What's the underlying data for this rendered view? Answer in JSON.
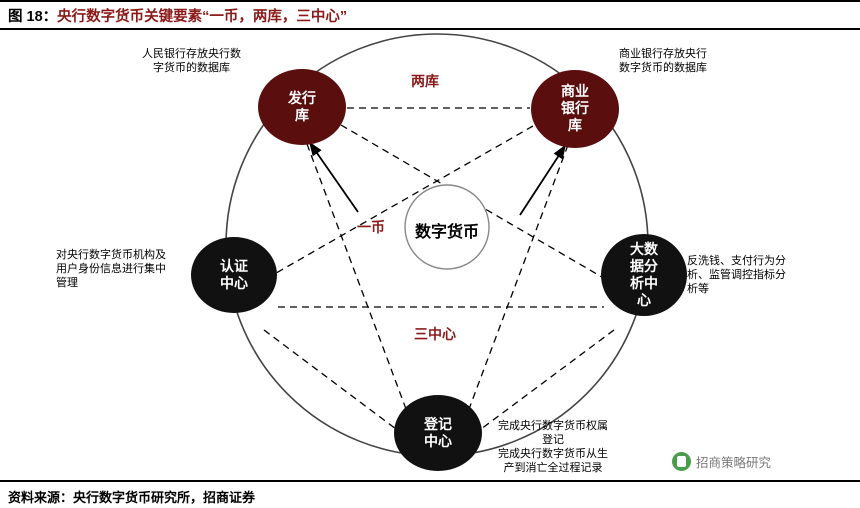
{
  "title": {
    "figure_number": "图 18：",
    "text": "央行数字货币关键要素“一币，两库，三中心”"
  },
  "footer": {
    "text": "资料来源：央行数字货币研究所，招商证券"
  },
  "watermark": {
    "text": "招商策略研究"
  },
  "diagram": {
    "center": {
      "label": "数字货币"
    },
    "nodes": [
      {
        "id": "issue-bank",
        "label": "发行\n库"
      },
      {
        "id": "commercial-bank",
        "label": "商业\n银行\n库"
      },
      {
        "id": "auth-center",
        "label": "认证\n中心"
      },
      {
        "id": "bigdata-center",
        "label": "大数\n据分\n析中\n心"
      },
      {
        "id": "registry-center",
        "label": "登记\n中心"
      }
    ],
    "group_labels": [
      {
        "id": "two-repos",
        "text": "两库"
      },
      {
        "id": "one-coin",
        "text": "一币"
      },
      {
        "id": "three-centers",
        "text": "三中心"
      }
    ],
    "annotations": [
      {
        "id": "issue-bank-note",
        "text": "人民银行存放央行数\n字货币的数据库"
      },
      {
        "id": "commercial-bank-note",
        "text": "商业银行存放央行\n数字货币的数据库"
      },
      {
        "id": "auth-center-note",
        "text": "对央行数字货币机构及\n用户身份信息进行集中\n管理"
      },
      {
        "id": "bigdata-center-note",
        "text": "反洗钱、支付行为分\n析、监管调控指标分\n析等"
      },
      {
        "id": "registry-center-note",
        "text": "完成央行数字货币权属\n登记\n完成央行数字货币从生\n产到消亡全过程记录"
      }
    ]
  },
  "colors": {
    "title_accent": "#8B1A1A",
    "node_dark_red": "#5A0E0E",
    "node_black": "#111111",
    "background": "#FFFFFF"
  }
}
